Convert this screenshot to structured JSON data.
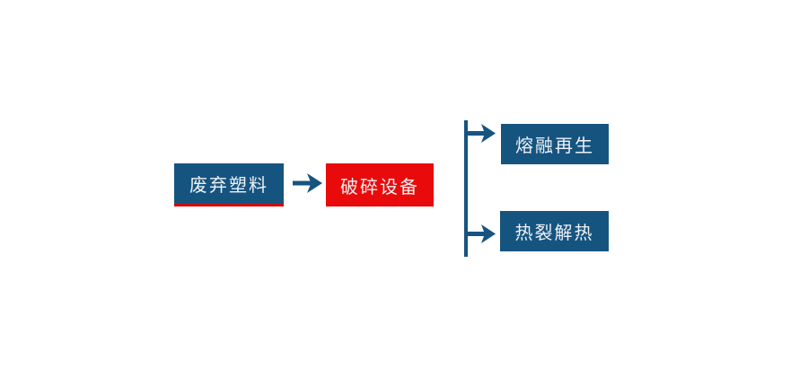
{
  "diagram": {
    "background": "#ffffff",
    "text_color": "#eef1f4",
    "colors": {
      "node_blue": "#165480",
      "node_red": "#e90b0b",
      "source_underline_red": "#d40b0b",
      "connector_blue": "#165480"
    },
    "nodes": {
      "source": {
        "label": "废弃塑料"
      },
      "process": {
        "label": "破碎设备"
      },
      "output_top": {
        "label": "熔融再生"
      },
      "output_bottom": {
        "label": "热裂解热"
      }
    },
    "connectors": {
      "flow_arrow_icon": "→",
      "branch_arrow_top_icon": "→",
      "branch_arrow_bottom_icon": "→"
    }
  }
}
